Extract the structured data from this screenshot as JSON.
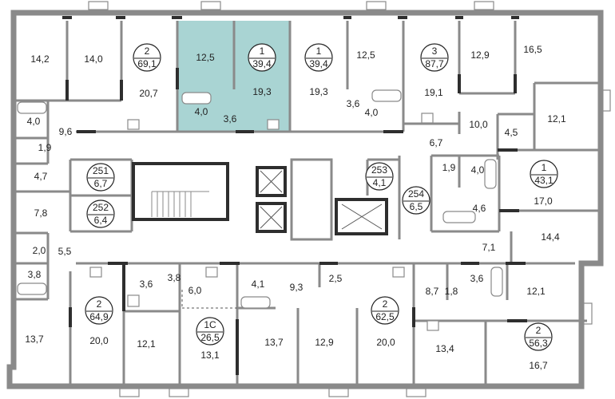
{
  "highlight_color": "#a9d4d3",
  "apartments": [
    {
      "rooms": "2",
      "area": "69,1"
    },
    {
      "rooms": "1",
      "area": "39,4"
    },
    {
      "rooms": "1",
      "area": "39,4"
    },
    {
      "rooms": "3",
      "area": "87,7"
    },
    {
      "rooms": "1",
      "area": "43,1"
    },
    {
      "rooms": "2",
      "area": "64,9"
    },
    {
      "rooms": "1С",
      "area": "26,5"
    },
    {
      "rooms": "2",
      "area": "62,5"
    },
    {
      "rooms": "2",
      "area": "56,3"
    }
  ],
  "storage_units": [
    {
      "number": "251",
      "area": "6,7"
    },
    {
      "number": "252",
      "area": "6,4"
    },
    {
      "number": "253",
      "area": "4,1"
    },
    {
      "number": "254",
      "area": "6,5"
    }
  ],
  "rooms": [
    "14,2",
    "14,0",
    "20,7",
    "12,5",
    "19,3",
    "4,0",
    "3,6",
    "19,3",
    "12,5",
    "3,6",
    "4,0",
    "19,1",
    "12,9",
    "16,5",
    "10,0",
    "4,5",
    "12,1",
    "6,7",
    "1,9",
    "4,0",
    "17,0",
    "4,6",
    "14,4",
    "7,1",
    "4,0",
    "9,6",
    "1,9",
    "4,7",
    "7,8",
    "2,0",
    "5,5",
    "3,8",
    "13,7",
    "20,0",
    "3,6",
    "3,8",
    "12,1",
    "6,0",
    "13,1",
    "4,1",
    "9,3",
    "13,7",
    "2,5",
    "12,9",
    "20,0",
    "8,7",
    "1,8",
    "3,6",
    "12,1",
    "13,4",
    "16,7"
  ]
}
